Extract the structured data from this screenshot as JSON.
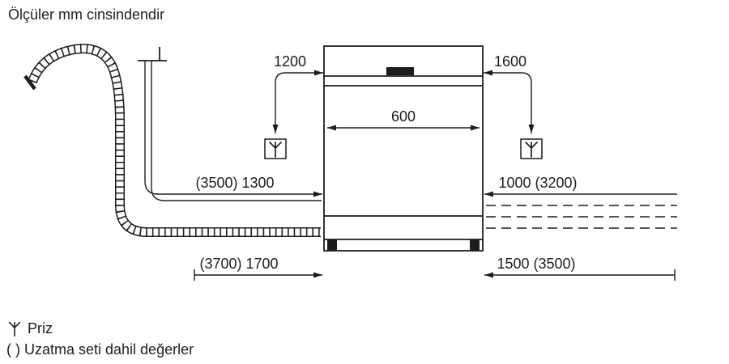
{
  "title": "Ölçüler mm cinsindendir",
  "dimensions": {
    "appliance_width": "600",
    "power_cord_left": "1200",
    "power_cord_right": "1600",
    "supply_left": "(3500) 1300",
    "supply_right": "1000 (3200)",
    "drain_left": "(3700) 1700",
    "drain_right": "1500 (3500)"
  },
  "legend": {
    "socket_label": "Priz",
    "extension_note": "( ) Uzatma seti dahil değerler"
  },
  "icons": {
    "socket": "socket-fork-icon",
    "tap": "water-tap-icon",
    "drain_hose": "corrugated-drain-hose",
    "supply_hose": "water-supply-hose"
  },
  "colors": {
    "line": "#1d1d1b",
    "background": "#ffffff"
  }
}
